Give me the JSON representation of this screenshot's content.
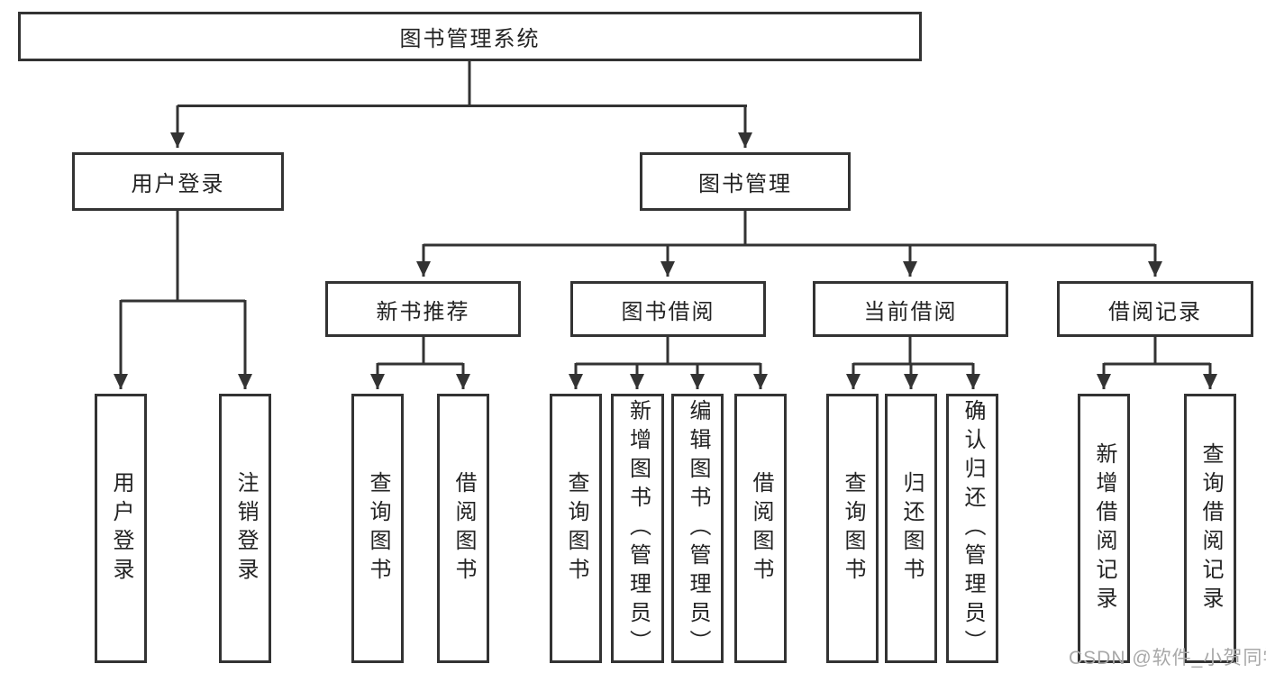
{
  "tree": {
    "root": {
      "label": "图书管理系统"
    },
    "branches": [
      {
        "label": "用户登录",
        "children": [
          {
            "label": "用户登录"
          },
          {
            "label": "注销登录"
          }
        ]
      },
      {
        "label": "图书管理",
        "children": [
          {
            "label": "新书推荐",
            "children": [
              {
                "label": "查询图书"
              },
              {
                "label": "借阅图书"
              }
            ]
          },
          {
            "label": "图书借阅",
            "children": [
              {
                "label": "查询图书"
              },
              {
                "label": "新增图书（管理员）"
              },
              {
                "label": "编辑图书（管理员）"
              },
              {
                "label": "借阅图书"
              }
            ]
          },
          {
            "label": "当前借阅",
            "children": [
              {
                "label": "查询图书"
              },
              {
                "label": "归还图书"
              },
              {
                "label": "确认归还（管理员）"
              }
            ]
          },
          {
            "label": "借阅记录",
            "children": [
              {
                "label": "新增借阅记录"
              },
              {
                "label": "查询借阅记录"
              }
            ]
          }
        ]
      }
    ]
  },
  "watermark": {
    "text": "CSDN @软件_小贺同学"
  },
  "colors": {
    "line": "#333333",
    "box_border": "#333333",
    "text": "#232323",
    "watermark": "#a8a8a8",
    "background": "#ffffff"
  }
}
